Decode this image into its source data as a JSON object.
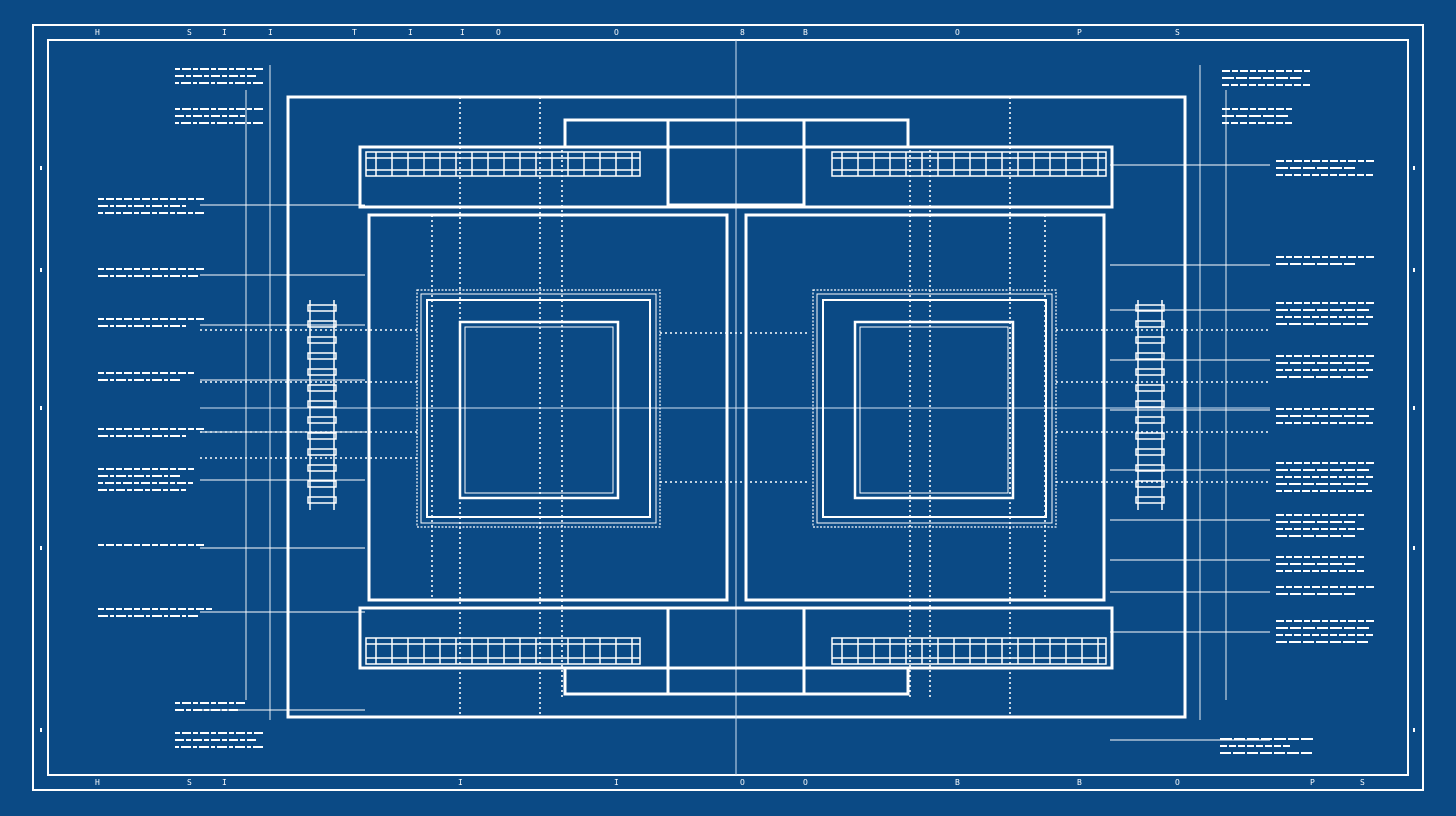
{
  "palette": {
    "background": "#0b4a85",
    "line": "#ffffff",
    "faint_line": "#cfe0f3"
  },
  "icons": {
    "border_tick": "small-glyph",
    "dimension_arrow": "arrow-head"
  },
  "border_marks": {
    "top": [
      "H",
      "S",
      "I",
      "I",
      "T",
      "I",
      "I",
      "O",
      "O",
      "8",
      "B",
      "O",
      "P",
      "S"
    ],
    "bottom": [
      "H",
      "S",
      "I",
      "I",
      "I",
      "O",
      "O",
      "B",
      "B",
      "O",
      "P",
      "S"
    ]
  },
  "note_blocks": {
    "left_count": 13,
    "right_count": 13,
    "legible": false
  }
}
